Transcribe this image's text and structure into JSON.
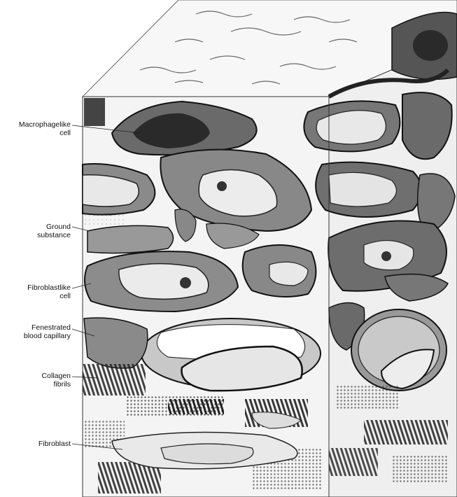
{
  "labels": [
    {
      "id": "macrophage",
      "lines": [
        "Macrophagelike",
        "cell"
      ]
    },
    {
      "id": "ground",
      "lines": [
        "Ground",
        "substance"
      ]
    },
    {
      "id": "fibroblastlike",
      "lines": [
        "Fibroblastlike",
        "cell"
      ]
    },
    {
      "id": "capillary",
      "lines": [
        "Fenestrated",
        "blood capillary"
      ]
    },
    {
      "id": "collagen",
      "lines": [
        "Collagen",
        "fibrils"
      ]
    },
    {
      "id": "fibroblast",
      "lines": [
        "Fibroblast"
      ]
    }
  ],
  "colors": {
    "ink": "#111111",
    "cell_dark": "#555555",
    "cell_mid": "#8a8a8a",
    "nucleus_light": "#e8e8e8",
    "ground": "#f4f4f4"
  }
}
